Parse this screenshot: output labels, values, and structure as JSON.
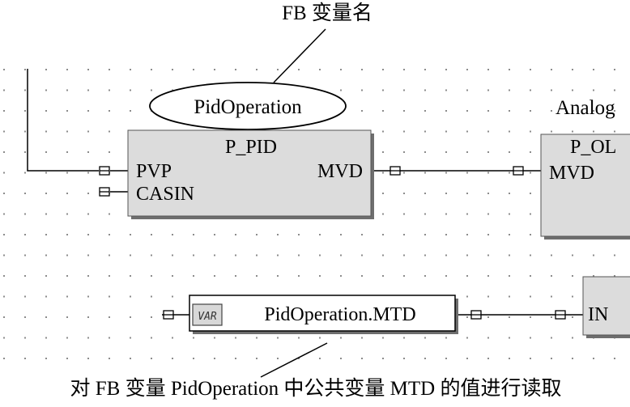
{
  "captions": {
    "top": "FB 变量名",
    "bottom": "对 FB 变量 PidOperation 中公共变量 MTD 的值进行读取"
  },
  "instance_name": "PidOperation",
  "pid_block": {
    "type": "P_PID",
    "input_1": "PVP",
    "input_2": "CASIN",
    "output": "MVD"
  },
  "analog_block": {
    "title": "Analog",
    "type": "P_OL",
    "input": "MVD"
  },
  "var_block": {
    "badge": "VAR",
    "name": "PidOperation.MTD"
  },
  "in_block": {
    "input": "IN"
  },
  "colors": {
    "block_fill": "#dcdcdc",
    "block_shadow": "#6e6e6e",
    "wire": "#000000",
    "grid_dot": "#8c8c8c"
  }
}
